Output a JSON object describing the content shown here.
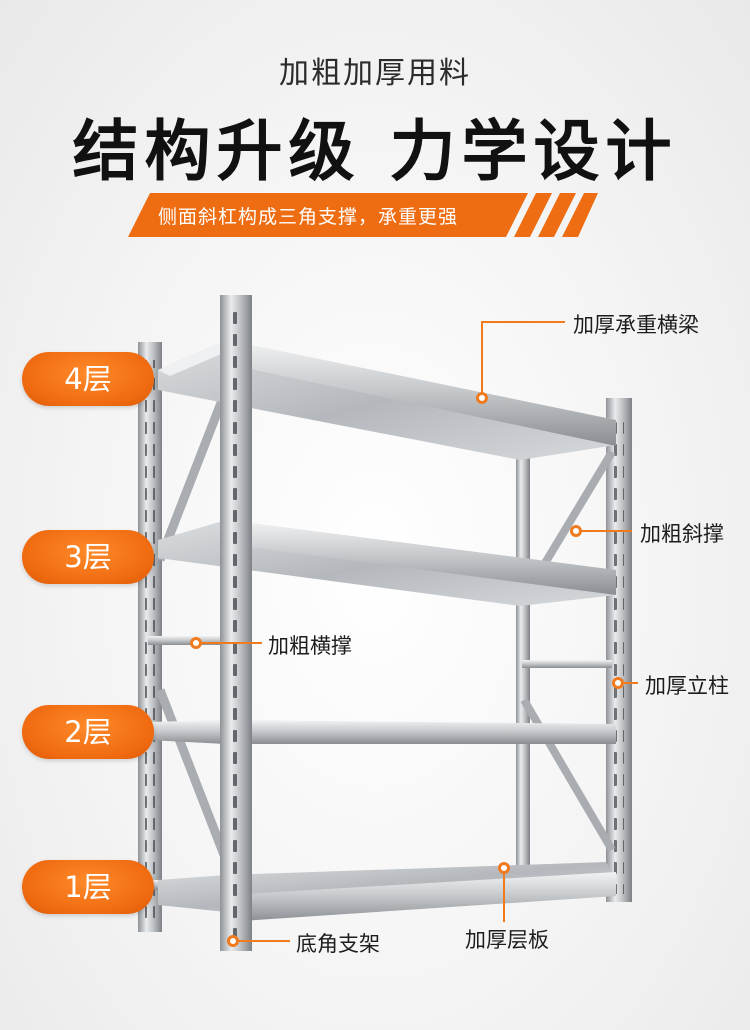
{
  "header": {
    "subtitle": "加粗加厚用料",
    "title": "结构升级 力学设计",
    "ribbon_text": "侧面斜杠构成三角支撑，承重更强"
  },
  "levels": [
    {
      "label": "4层"
    },
    {
      "label": "3层"
    },
    {
      "label": "2层"
    },
    {
      "label": "1层"
    }
  ],
  "callouts": {
    "beam": "加厚承重横梁",
    "diagonal": "加粗斜撑",
    "crossbar": "加粗横撑",
    "upright": "加厚立柱",
    "foot": "底角支架",
    "board": "加厚层板"
  },
  "colors": {
    "accent": "#f07a1e",
    "ribbon": "#ee6d12",
    "steel": "#b9bcc0"
  }
}
